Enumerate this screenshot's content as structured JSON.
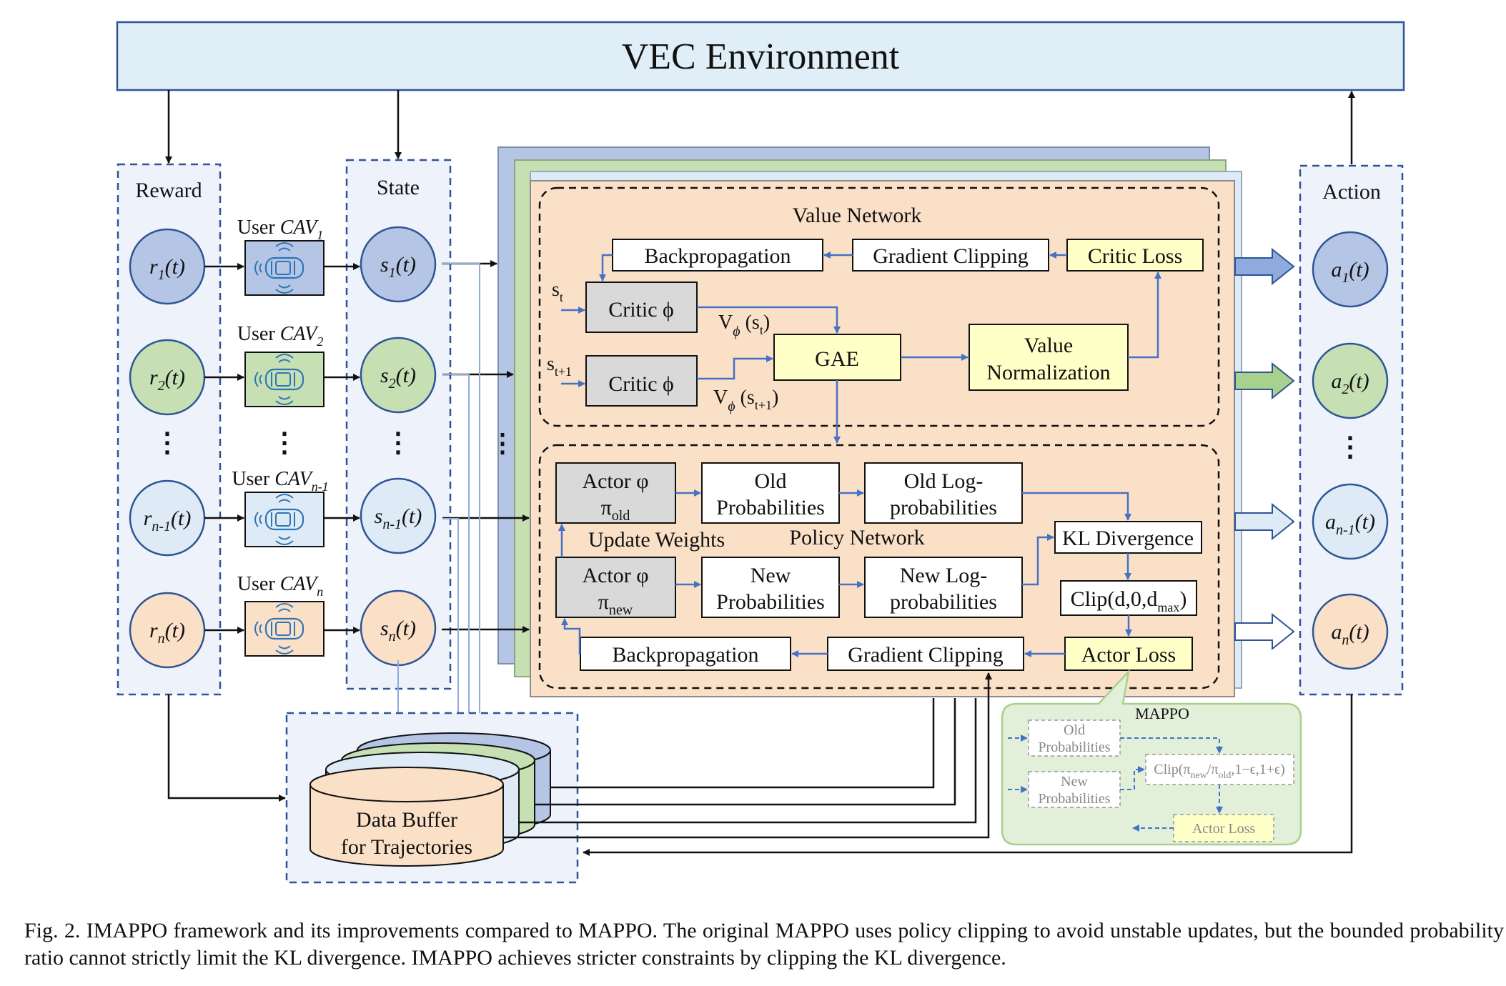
{
  "title": "VEC Environment",
  "columns": {
    "reward": "Reward",
    "state": "State",
    "action": "Action"
  },
  "agents": [
    {
      "reward": "r",
      "reward_sub": "1",
      "state": "s",
      "state_sub": "1",
      "action": "a",
      "action_sub": "1",
      "user": "User ",
      "cav": "CAV",
      "cav_sub": "1",
      "fill": "#b5c5e5"
    },
    {
      "reward": "r",
      "reward_sub": "2",
      "state": "s",
      "state_sub": "2",
      "action": "a",
      "action_sub": "2",
      "user": "User ",
      "cav": "CAV",
      "cav_sub": "2",
      "fill": "#c6e0b4"
    },
    {
      "reward": "r",
      "reward_sub": "n-1",
      "state": "s",
      "state_sub": "n-1",
      "action": "a",
      "action_sub": "n-1",
      "user": "User ",
      "cav": "CAV",
      "cav_sub": "n-1",
      "fill": "#deebf7"
    },
    {
      "reward": "r",
      "reward_sub": "n",
      "state": "s",
      "state_sub": "n",
      "action": "a",
      "action_sub": "n",
      "user": "User ",
      "cav": "CAV",
      "cav_sub": "n",
      "fill": "#fbe0c8"
    }
  ],
  "time_suffix": "(t)",
  "ellipsis": "⋮",
  "value_network": {
    "label": "Value Network",
    "backprop": "Backpropagation",
    "grad_clip": "Gradient Clipping",
    "critic_loss": "Critic Loss",
    "critic": "Critic ϕ",
    "st": "s",
    "st_sub": "t",
    "st1": "s",
    "st1_sub": "t+1",
    "v_st": "V",
    "v_st_arg": " (s",
    "v_st_arg_sub": "t",
    "v_st1_arg_sub": "t+1",
    "phi": "ϕ",
    "gae": "GAE",
    "value_norm_1": "Value",
    "value_norm_2": "Normalization"
  },
  "policy_network": {
    "label": "Policy Network",
    "actor_old_1": "Actor φ",
    "actor_old_2": "π",
    "actor_old_sub": "old",
    "actor_new_1": "Actor φ",
    "actor_new_2": "π",
    "actor_new_sub": "new",
    "update_weights": "Update Weights",
    "old_prob_1": "Old",
    "old_prob_2": "Probabilities",
    "new_prob_1": "New",
    "new_prob_2": "Probabilities",
    "old_logprob_1": "Old Log-",
    "old_logprob_2": "probabilities",
    "new_logprob_1": "New Log-",
    "new_logprob_2": "probabilities",
    "kl": "KL Divergence",
    "clip": "Clip(d,0,d",
    "clip_sub": "max",
    "clip_end": ")",
    "actor_loss": "Actor Loss",
    "backprop": "Backpropagation",
    "grad_clip": "Gradient Clipping"
  },
  "mappo": {
    "label": "MAPPO",
    "old_1": "Old",
    "old_2": "Probabilities",
    "new_1": "New",
    "new_2": "Probabilities",
    "clip_a": "Clip(π",
    "clip_a_sub": "new",
    "clip_b": "/π",
    "clip_b_sub": "old",
    "clip_c": ",1−ϵ,1+ϵ)",
    "actor_loss": "Actor Loss"
  },
  "buffer": {
    "line1": "Data Buffer",
    "line2": "for Trajectories"
  },
  "caption": "Fig. 2.   IMAPPO framework and its improvements compared to MAPPO. The original MAPPO uses policy clipping to avoid unstable updates, but the bounded probability ratio cannot strictly limit the KL divergence. IMAPPO achieves stricter constraints by clipping the KL divergence.",
  "colors": {
    "blue_fill": "#b5c5e5",
    "green_fill": "#c6e0b4",
    "light_blue_fill": "#deebf7",
    "orange_fill": "#fbe0c8",
    "yellow_fill": "#ffffc8",
    "gray_fill": "#d9d9d9",
    "arrow_blue": "#4472c4",
    "panel_bg": "#eef3fb",
    "mappo_bg": "#e2efd9",
    "env_fill": "#dfeef7"
  }
}
